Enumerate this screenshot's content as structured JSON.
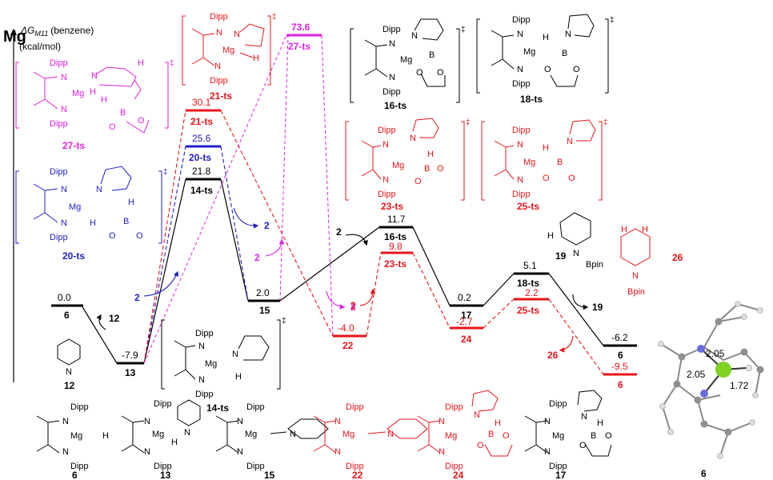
{
  "element": "Mg",
  "axis": {
    "label_delta": "ΔG",
    "label_sub": "M11",
    "label_tail": "(benzene)",
    "unit": "(kcal/mol)"
  },
  "colors": {
    "black": "#000000",
    "red": "#e8141b",
    "blue": "#1f1fc8",
    "magenta": "#e020e0",
    "mg_green": "#7ed321"
  },
  "levels": [
    {
      "id": "6",
      "label": "6",
      "value": "0.0"
    },
    {
      "id": "13",
      "label": "13",
      "value": "-7.9"
    },
    {
      "id": "14ts",
      "label": "14-ts",
      "value": "21.8"
    },
    {
      "id": "20ts",
      "label": "20-ts",
      "value": "25.6"
    },
    {
      "id": "21ts",
      "label": "21-ts",
      "value": "30.1"
    },
    {
      "id": "27ts",
      "label": "27-ts",
      "value": "73.6"
    },
    {
      "id": "15",
      "label": "15",
      "value": "2.0"
    },
    {
      "id": "22",
      "label": "22",
      "value": "-4.0"
    },
    {
      "id": "16ts",
      "label": "16-ts",
      "value": "11.7"
    },
    {
      "id": "23ts",
      "label": "23-ts",
      "value": "9.8"
    },
    {
      "id": "17",
      "label": "17",
      "value": "0.2"
    },
    {
      "id": "24",
      "label": "24",
      "value": "-2.7"
    },
    {
      "id": "18ts",
      "label": "18-ts",
      "value": "5.1"
    },
    {
      "id": "25ts",
      "label": "25-ts",
      "value": "2.2"
    },
    {
      "id": "6b",
      "label": "6",
      "value": "-6.2"
    },
    {
      "id": "6c",
      "label": "6",
      "value": "-9.5"
    }
  ],
  "reagents": {
    "pyridine": "12",
    "two": "2",
    "product19": "19",
    "product26": "26"
  },
  "structures": {
    "s27": "27-ts",
    "s21": "21-ts",
    "s16": "16-ts",
    "s18": "18-ts",
    "s20": "20-ts",
    "s23": "23-ts",
    "s25": "25-ts",
    "s14": "14-ts",
    "s19": "19",
    "s26": "26",
    "s12": "12",
    "b6": "6",
    "b13": "13",
    "b15": "15",
    "b22": "22",
    "b24": "24",
    "b17": "17",
    "b6m": "6"
  },
  "atoms": {
    "dipp": "Dipp",
    "n": "N",
    "mg": "Mg",
    "h": "H",
    "b": "B",
    "o": "O",
    "bpin": "Bpin",
    "dagger": "‡"
  },
  "molecule": {
    "d1": "2.05",
    "d2": "2.05",
    "d3": "1.72"
  }
}
